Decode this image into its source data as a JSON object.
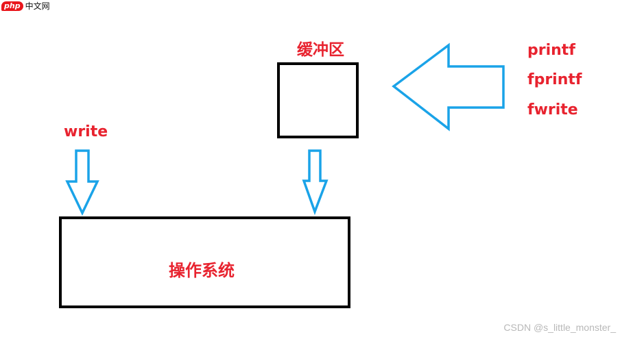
{
  "logo": {
    "badge": "php",
    "text": "中文网"
  },
  "nodes": {
    "buffer_label": "缓冲区",
    "os_label": "操作系统"
  },
  "functions": {
    "buffered": [
      "printf",
      "fprintf",
      "fwrite"
    ],
    "unbuffered": "write"
  },
  "watermark": "CSDN @s_little_monster_",
  "colors": {
    "label": "#e8232f",
    "arrow": "#1aa3e8",
    "box": "#000000"
  }
}
